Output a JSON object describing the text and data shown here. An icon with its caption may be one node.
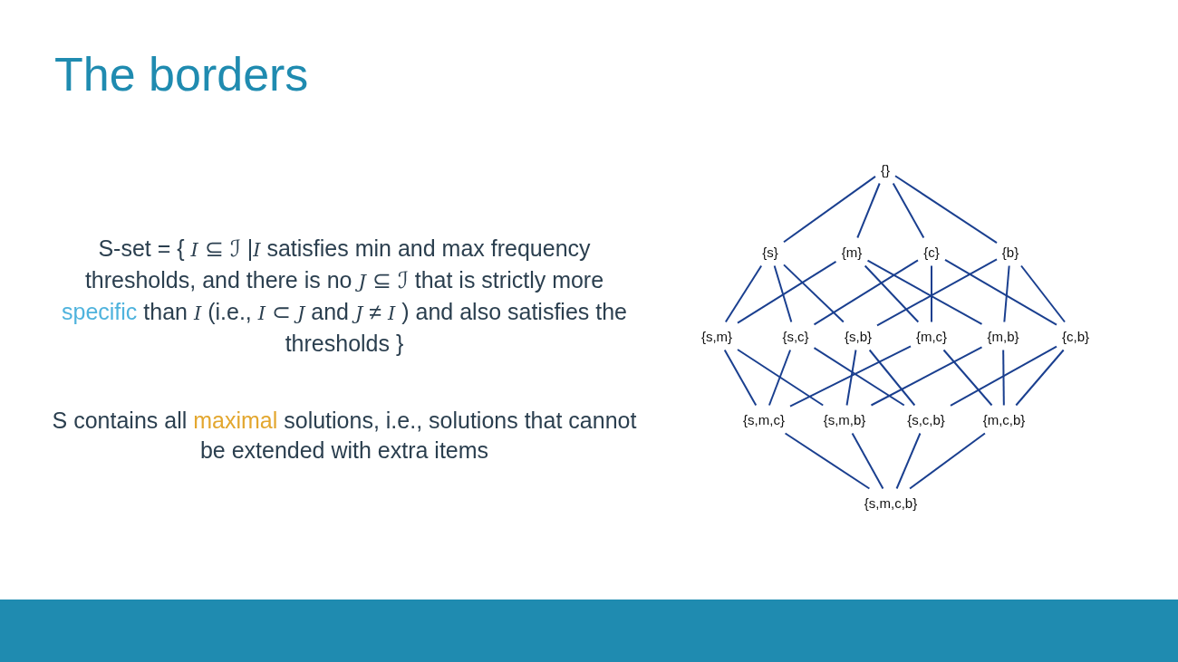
{
  "diagram": {
    "title": "The borders",
    "nodes": [
      {
        "text": [
          "{}"
        ]
      },
      {
        "text": [
          "{s}"
        ]
      },
      {
        "text": [
          "{m}"
        ]
      },
      {
        "text": [
          "{c}"
        ]
      },
      {
        "text": [
          "{b}"
        ]
      },
      {
        "text": [
          "{s,m}"
        ]
      },
      {
        "text": [
          "{s,c}"
        ]
      },
      {
        "text": [
          "{s,b}"
        ]
      },
      {
        "text": [
          "{m,c}"
        ]
      },
      {
        "text": [
          "{m,b}"
        ]
      },
      {
        "text": [
          "{c,b}"
        ]
      },
      {
        "text": [
          "{s,m,c}"
        ]
      },
      {
        "text": [
          "{s,m,b}"
        ]
      },
      {
        "text": [
          "{s,c,b}"
        ]
      },
      {
        "text": [
          "{m,c,b}"
        ]
      },
      {
        "text": [
          "{s,m,c,b}"
        ]
      }
    ],
    "edges": [
      {
        "from": 0,
        "to": 1,
        "arrow": "none"
      },
      {
        "from": 0,
        "to": 2,
        "arrow": "none"
      },
      {
        "from": 0,
        "to": 3,
        "arrow": "none"
      },
      {
        "from": 0,
        "to": 4,
        "arrow": "none"
      },
      {
        "from": 1,
        "to": 5,
        "arrow": "none"
      },
      {
        "from": 1,
        "to": 6,
        "arrow": "none"
      },
      {
        "from": 1,
        "to": 7,
        "arrow": "none"
      },
      {
        "from": 2,
        "to": 5,
        "arrow": "none"
      },
      {
        "from": 2,
        "to": 8,
        "arrow": "none"
      },
      {
        "from": 2,
        "to": 9,
        "arrow": "none"
      },
      {
        "from": 3,
        "to": 6,
        "arrow": "none"
      },
      {
        "from": 3,
        "to": 8,
        "arrow": "none"
      },
      {
        "from": 3,
        "to": 10,
        "arrow": "none"
      },
      {
        "from": 4,
        "to": 7,
        "arrow": "none"
      },
      {
        "from": 4,
        "to": 9,
        "arrow": "none"
      },
      {
        "from": 4,
        "to": 10,
        "arrow": "none"
      },
      {
        "from": 5,
        "to": 11,
        "arrow": "none"
      },
      {
        "from": 5,
        "to": 12,
        "arrow": "none"
      },
      {
        "from": 6,
        "to": 11,
        "arrow": "none"
      },
      {
        "from": 6,
        "to": 13,
        "arrow": "none"
      },
      {
        "from": 7,
        "to": 12,
        "arrow": "none"
      },
      {
        "from": 7,
        "to": 13,
        "arrow": "none"
      },
      {
        "from": 8,
        "to": 11,
        "arrow": "none"
      },
      {
        "from": 8,
        "to": 14,
        "arrow": "none"
      },
      {
        "from": 9,
        "to": 12,
        "arrow": "none"
      },
      {
        "from": 9,
        "to": 14,
        "arrow": "none"
      },
      {
        "from": 10,
        "to": 13,
        "arrow": "none"
      },
      {
        "from": 10,
        "to": 14,
        "arrow": "none"
      },
      {
        "from": 11,
        "to": 15,
        "arrow": "none"
      },
      {
        "from": 12,
        "to": 15,
        "arrow": "none"
      },
      {
        "from": 13,
        "to": 15,
        "arrow": "none"
      },
      {
        "from": 14,
        "to": 15,
        "arrow": "none"
      }
    ],
    "labels": [
      "S-set = { *I* ⊆ ℐ |*I* satisfies min and max frequency thresholds, and there is no *J* ⊆ ℐ that is strictly more **specific** than *I* (i.e., *I* ⊂ *J* and *J* ≠ *I* ) and also satisfies the thresholds }",
      "S contains all **maximal** solutions, i.e., solutions that cannot be extended with extra items"
    ]
  }
}
